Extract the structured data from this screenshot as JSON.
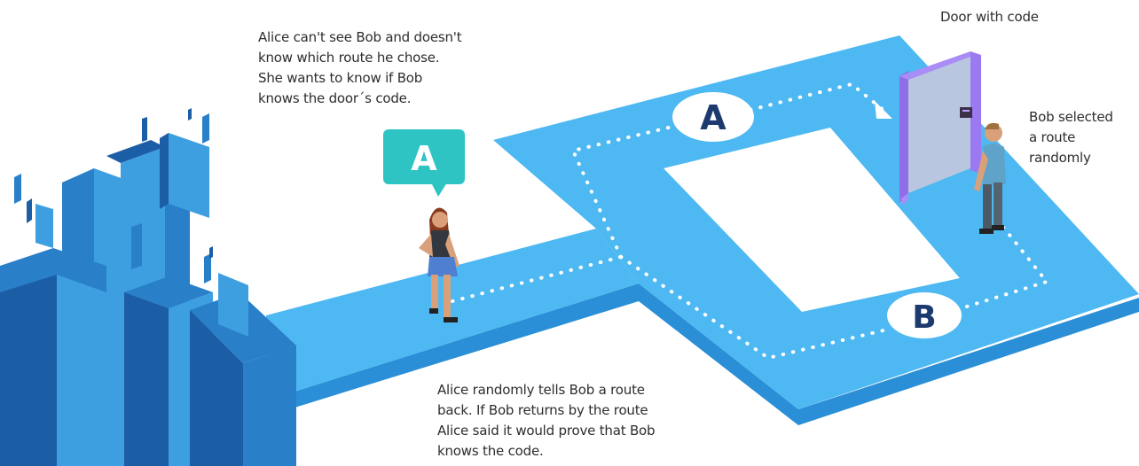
{
  "captions": {
    "alice_intro": [
      "Alice can't see Bob and doesn't",
      "know which route he chose.",
      "She wants to know if Bob",
      "knows the door´s code."
    ],
    "door_label": "Door with code",
    "bob_note": [
      "Bob selected",
      "a route",
      "randomly"
    ],
    "alice_tells": [
      "Alice randomly tells Bob a route",
      "back. If Bob returns by the route",
      "Alice said it would prove that Bob",
      "knows the code."
    ]
  },
  "route_labels": {
    "top": "A",
    "bottom": "B",
    "speech": "A"
  },
  "colors": {
    "path": "#4db8f2",
    "path_edge": "#2a8fd6",
    "speech_bubble": "#2ec4c4",
    "route_text": "#1d3a6e",
    "door_frame": "#9b79f0",
    "door_panel": "#b8c6df",
    "building_light": "#3d9fe0",
    "building_mid": "#2a7fc9",
    "building_dark": "#1c5ea6"
  }
}
